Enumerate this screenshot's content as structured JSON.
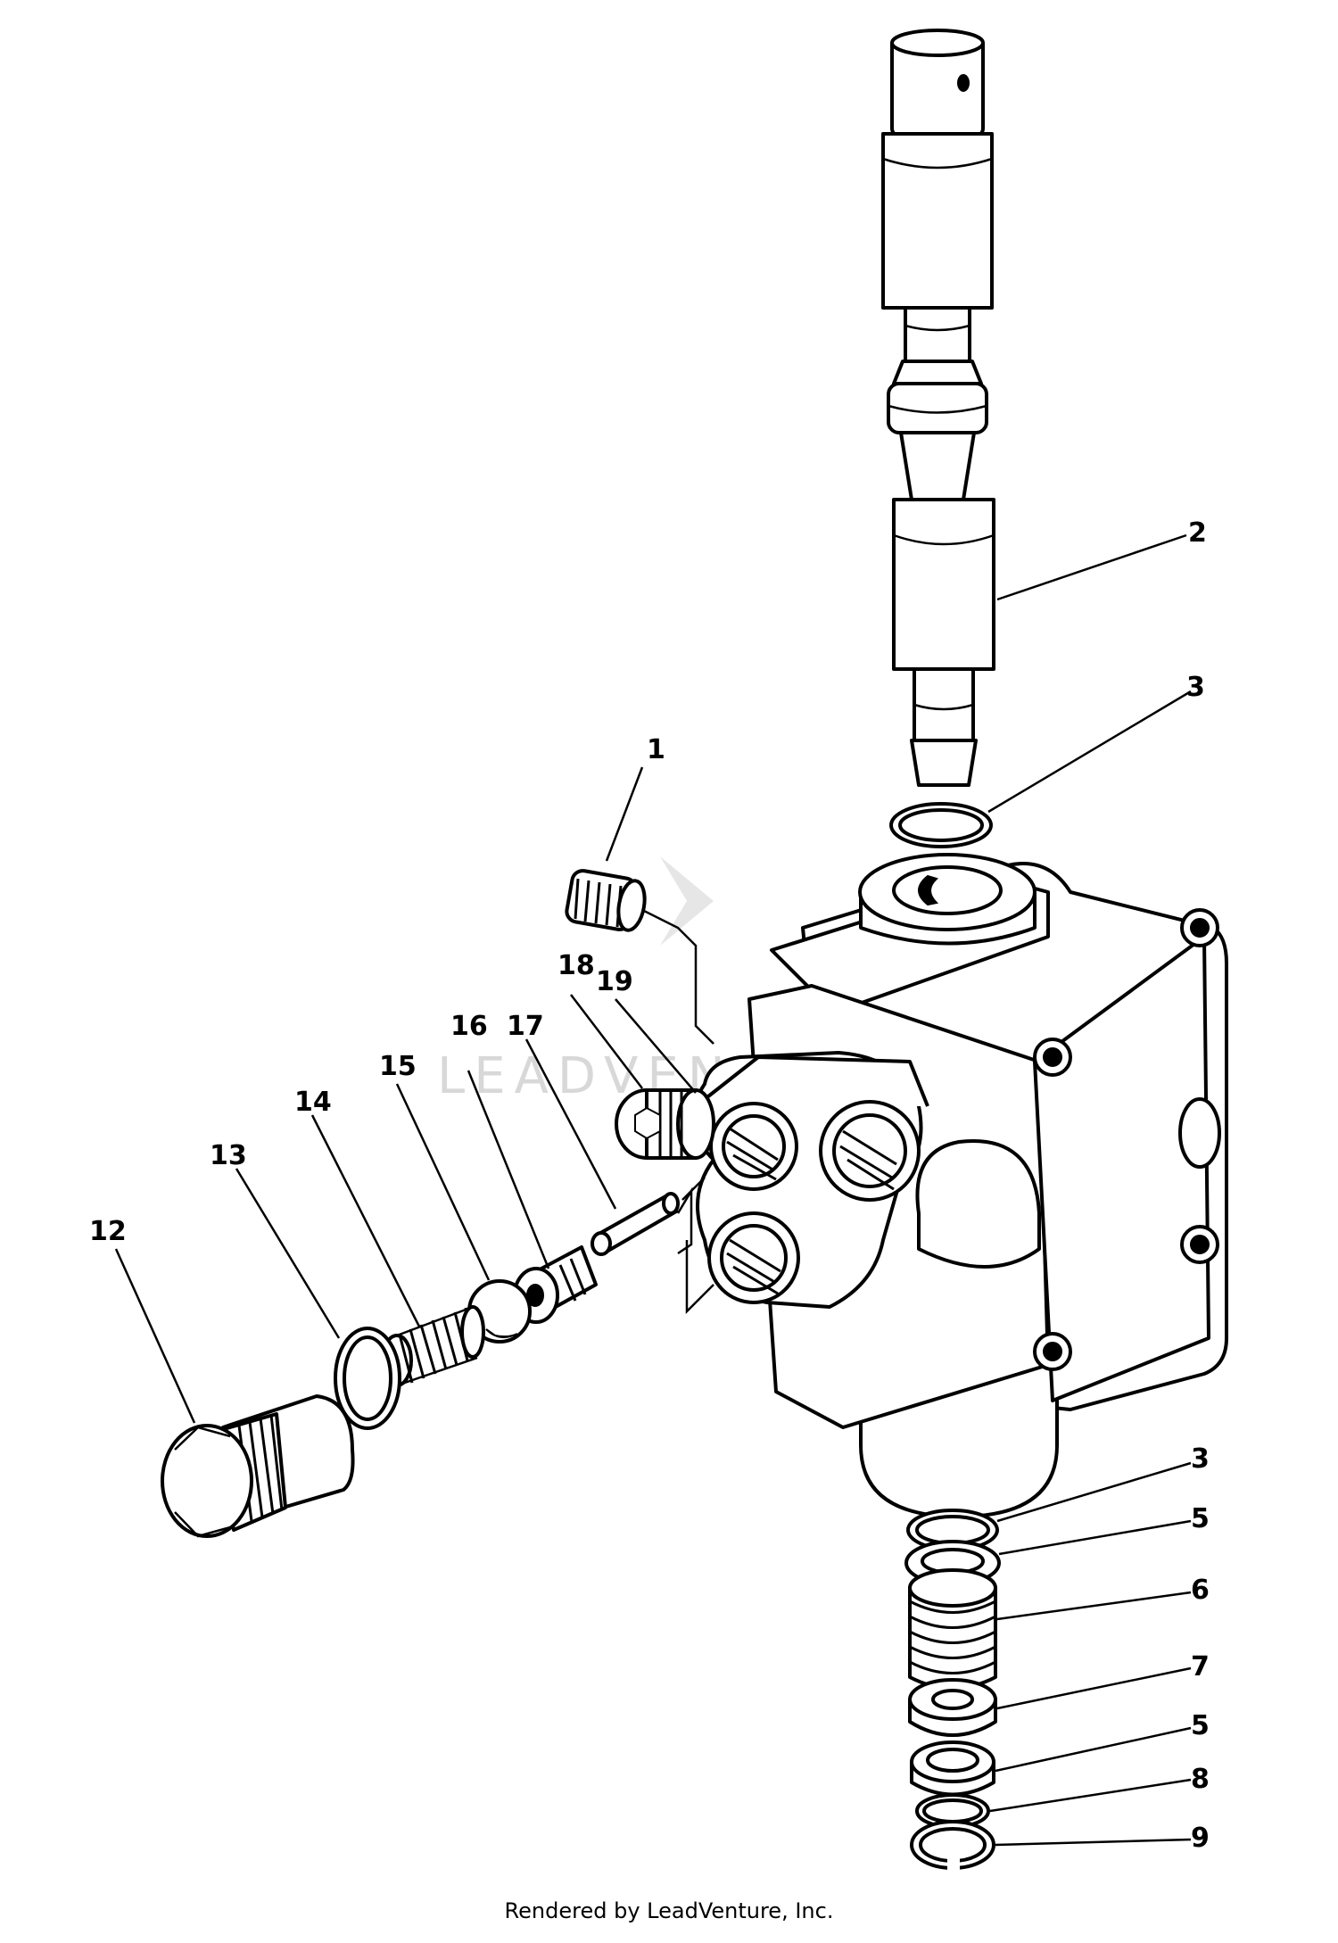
{
  "watermark": "LEADVENTURE",
  "footer_text": "Rendered by LeadVenture, Inc.",
  "callouts": [
    "1",
    "2",
    "3",
    "3",
    "5",
    "6",
    "7",
    "5",
    "8",
    "9",
    "12",
    "13",
    "14",
    "15",
    "16",
    "17",
    "18",
    "19"
  ]
}
